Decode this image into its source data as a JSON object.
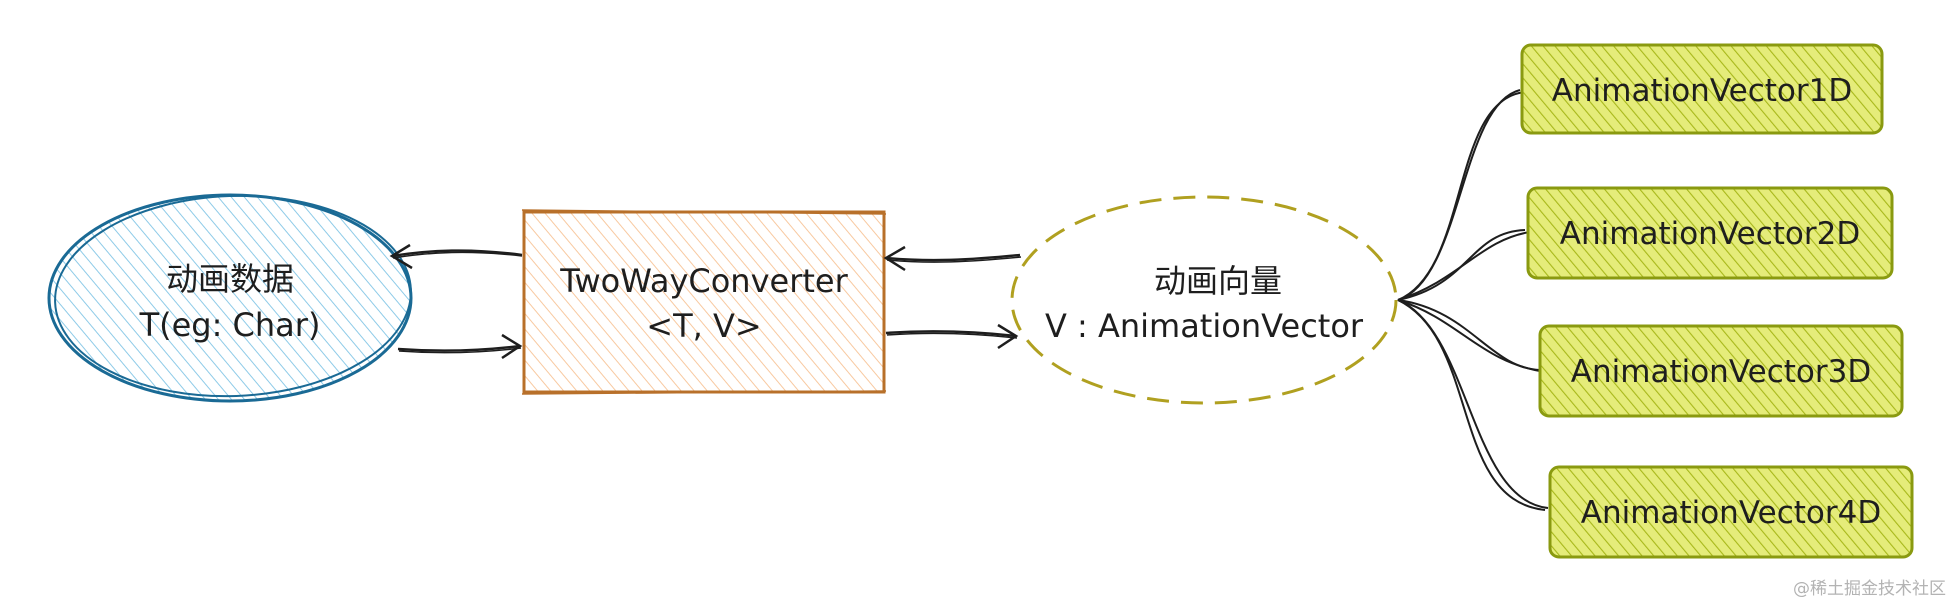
{
  "nodes": {
    "data": {
      "line1": "动画数据",
      "line2": "T(eg: Char)",
      "stroke": "#1971c2",
      "fill": "#a5d8ff"
    },
    "converter": {
      "line1": "TwoWayConverter",
      "line2": "<T, V>",
      "stroke": "#b5651d",
      "fill": "#ffc9a0"
    },
    "vector": {
      "line1": "动画向量",
      "line2": "V : AnimationVector",
      "stroke": "#b0a020",
      "fill": "#ffffff"
    },
    "vectors": [
      {
        "label": "AnimationVector1D"
      },
      {
        "label": "AnimationVector2D"
      },
      {
        "label": "AnimationVector3D"
      },
      {
        "label": "AnimationVector4D"
      }
    ],
    "vector_box_stroke": "#8a9a10",
    "vector_box_fill": "#d7e34a"
  },
  "watermark": "@稀土掘金技术社区"
}
